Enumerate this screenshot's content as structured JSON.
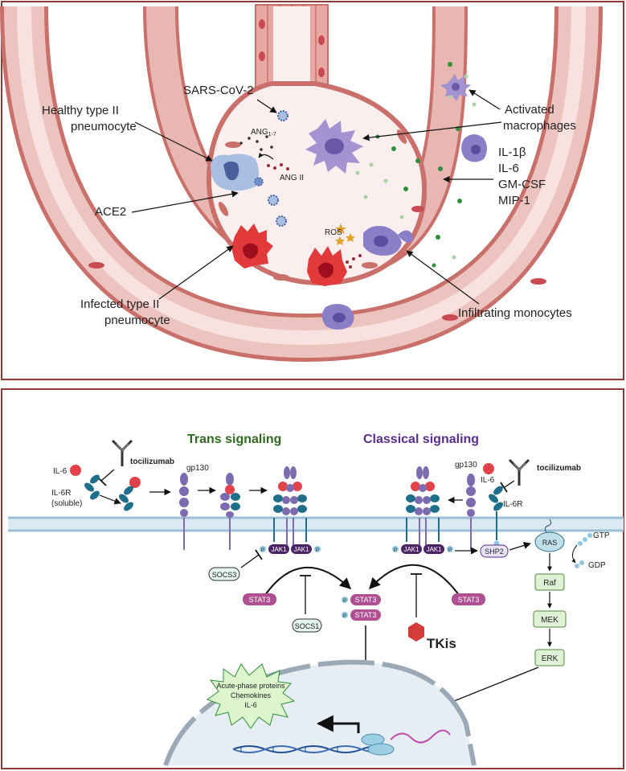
{
  "colors": {
    "frame": "#8c3a3a",
    "tissue": "#e8b7b2",
    "tissue_dark": "#c9706a",
    "alveolus": "#fbeeee",
    "macrophage": "#9b86c8",
    "monocyte": "#7e74bd",
    "infected": "#e23a3a",
    "healthy": "#a9bfe2",
    "receptor": "#1f6f8b",
    "gp130": "#7d6bb0",
    "jak": "#4b2466",
    "stat": "#b04f92",
    "trans_title": "#2e6a1f",
    "classical_title": "#5a2d91",
    "pathway_box": "#dff2d6",
    "nucleus": "#e7eef3",
    "tki": "#d43b3b"
  },
  "panel_a": {
    "virus": "SARS-CoV-2",
    "healthy_cell": [
      "Healthy type II",
      "pneumocyte"
    ],
    "ace2": "ACE2",
    "infected_cell": [
      "Infected type II",
      "pneumocyte"
    ],
    "ang17": "ANG",
    "ang17_sub": "1-7",
    "ang2": "ANG II",
    "ros": "ROS",
    "macrophages": [
      "Activated",
      "macrophages"
    ],
    "cytokines": [
      "IL-1β",
      "IL-6",
      "GM-CSF",
      "MIP-1"
    ],
    "monocytes": "Infiltrating monocytes"
  },
  "panel_b": {
    "trans_title": "Trans signaling",
    "classical_title": "Classical signaling",
    "tocilizumab": "tocilizumab",
    "il6": "IL-6",
    "il6r_soluble": [
      "IL-6R",
      "(soluble)"
    ],
    "il6r": "IL-6R",
    "gp130": "gp130",
    "jak1": "JAK1",
    "stat3": "STAT3",
    "socs3": "SOCS3",
    "socs1": "SOCS1",
    "shp2": "SHP2",
    "tkis": "TKis",
    "p": "P",
    "ras": "RAS",
    "gtp": "GTP",
    "gdp": "GDP",
    "raf": "Raf",
    "mek": "MEK",
    "erk": "ERK",
    "nucleus_text": [
      "Acute-phase proteins",
      "Chemokines",
      "IL-6"
    ]
  }
}
